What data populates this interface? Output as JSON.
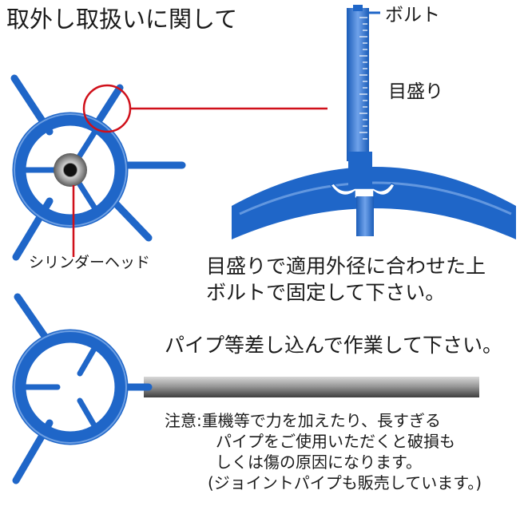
{
  "title": "取外し取扱いに関して",
  "labels": {
    "bolt": "ボルト",
    "scale": "目盛り",
    "cylinder_head": "シリンダーヘッド"
  },
  "instructions": {
    "line1": "目盛りで適用外径に合わせた上",
    "line2": "ボルトで固定して下さい。",
    "pipe": "パイプ等差し込んで作業して下さい。"
  },
  "caution": {
    "line1": "注意:重機等で力を加えたり、長すぎる",
    "line2": "パイプをご使用いただくと破損も",
    "line3": "しくは傷の原因になります。",
    "line4": "(ジョイントパイプも販売しています。)"
  },
  "colors": {
    "tool_blue": "#1f66c8",
    "tool_light": "#8fb8ee",
    "callout_red": "#d0101a",
    "pipe_gray": "#8a8a8a"
  }
}
